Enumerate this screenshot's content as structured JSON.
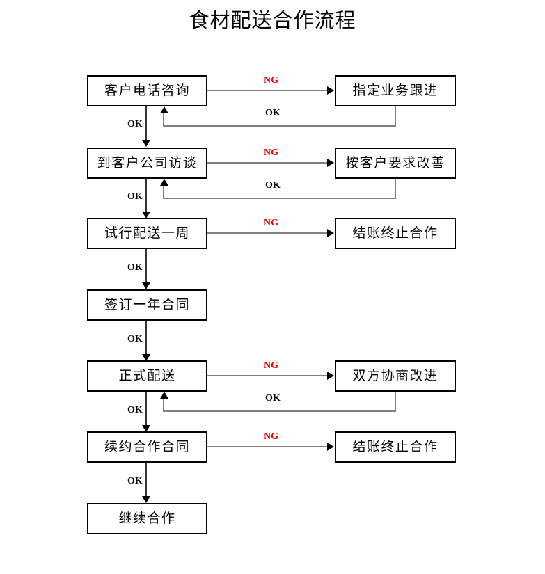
{
  "title": "食材配送合作流程",
  "labels": {
    "ng": "NG",
    "ok": "OK"
  },
  "colors": {
    "ng_label": "#ee0000",
    "ok_label": "#000000",
    "box_border": "#000000",
    "connector_line": "#808080",
    "arrow_head": "#000000",
    "background": "#ffffff"
  },
  "nodes": {
    "step1": "客户电话咨询",
    "step1_ng": "指定业务跟进",
    "step2": "到客户公司访谈",
    "step2_ng": "按客户要求改善",
    "step3": "试行配送一周",
    "step3_ng": "结账终止合作",
    "step4": "签订一年合同",
    "step5": "正式配送",
    "step5_ng": "双方协商改进",
    "step6": "续约合作合同",
    "step6_ng": "结账终止合作",
    "step7": "继续合作"
  },
  "edges": {
    "e1_ng": "NG",
    "e1_return_ok": "OK",
    "e1_down_ok": "OK",
    "e2_ng": "NG",
    "e2_return_ok": "OK",
    "e2_down_ok": "OK",
    "e3_ng": "NG",
    "e3_down_ok": "OK",
    "e4_down_ok": "OK",
    "e5_ng": "NG",
    "e5_return_ok": "OK",
    "e5_down_ok": "OK",
    "e6_ng": "NG",
    "e6_down_ok": "OK"
  }
}
